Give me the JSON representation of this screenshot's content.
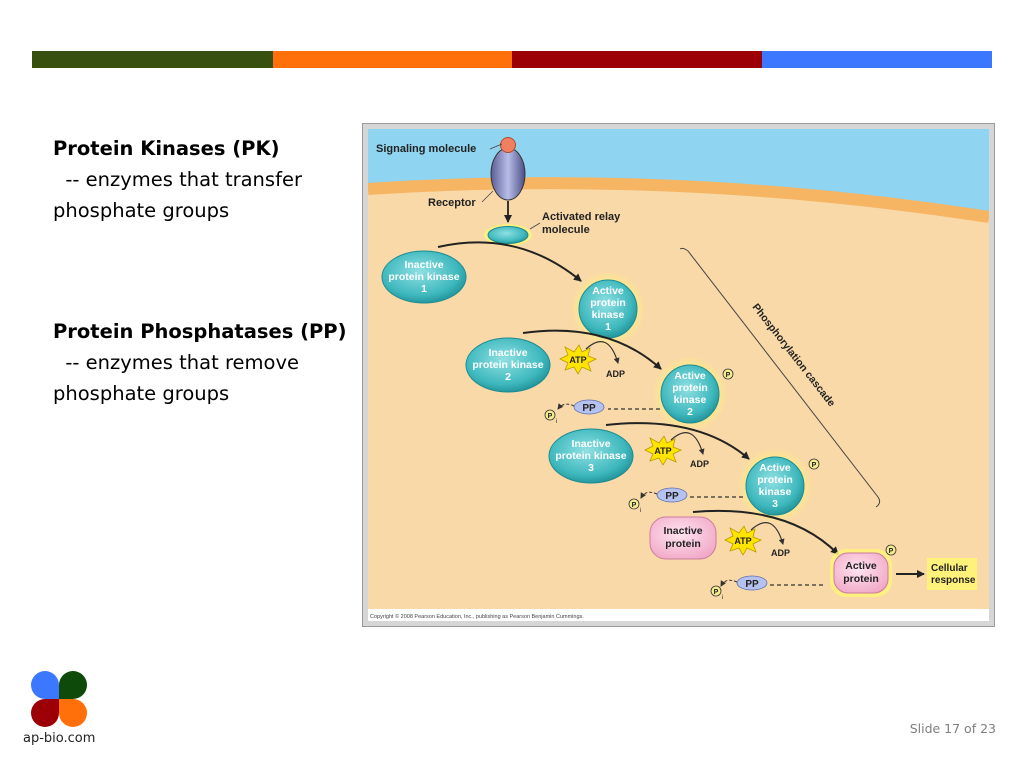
{
  "header_bar": {
    "colors": [
      "#375010",
      "#ff6f0a",
      "#9c0006",
      "#3b78ff"
    ]
  },
  "left_text": {
    "kinases_heading": "Protein Kinases (PK)",
    "kinases_line1": "  -- enzymes that transfer",
    "kinases_line2": "phosphate groups",
    "phosphatases_heading": "Protein Phosphatases (PP)",
    "phosphatases_line1": "  -- enzymes that remove",
    "phosphatases_line2": "phosphate groups"
  },
  "figure": {
    "signaling_molecule": "Signaling molecule",
    "receptor": "Receptor",
    "activated_relay_1": "Activated relay",
    "activated_relay_2": "molecule",
    "inactive_pk1": [
      "Inactive",
      "protein kinase",
      "1"
    ],
    "active_pk1": [
      "Active",
      "protein",
      "kinase",
      "1"
    ],
    "inactive_pk2": [
      "Inactive",
      "protein kinase",
      "2"
    ],
    "active_pk2": [
      "Active",
      "protein",
      "kinase",
      "2"
    ],
    "inactive_pk3": [
      "Inactive",
      "protein kinase",
      "3"
    ],
    "active_pk3": [
      "Active",
      "protein",
      "kinase",
      "3"
    ],
    "inactive_protein": [
      "Inactive",
      "protein"
    ],
    "active_protein": [
      "Active",
      "protein"
    ],
    "atp": "ATP",
    "adp": "ADP",
    "pp": "PP",
    "p": "P",
    "pi_sub": "i",
    "phosphorylation_cascade": "Phosphorylation cascade",
    "cellular_response": [
      "Cellular",
      "response"
    ],
    "copyright": "Copyright © 2008 Pearson Education, Inc., publishing as Pearson Benjamin Cummings."
  },
  "footer": {
    "logo_colors": [
      "#3b78ff",
      "#0e4a0a",
      "#9c0006",
      "#ff6f0a"
    ],
    "site": "ap-bio.com",
    "slide_number": "Slide 17 of 23"
  }
}
